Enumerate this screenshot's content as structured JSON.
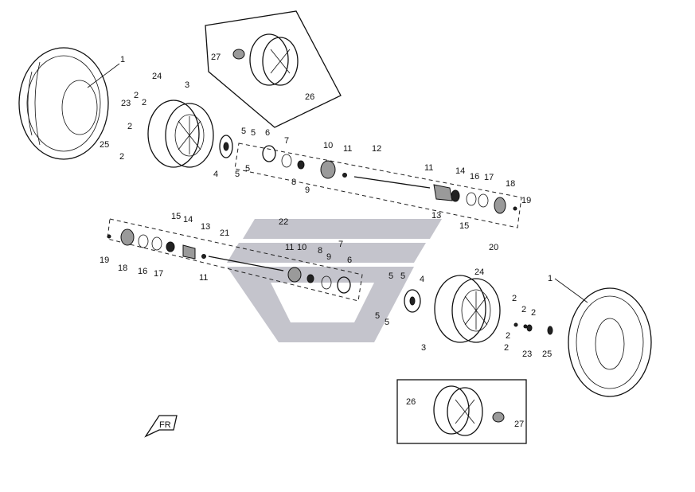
{
  "diagram": {
    "callouts": {
      "p1": "1",
      "p2": "2",
      "p3": "3",
      "p4": "4",
      "p5": "5",
      "p6": "6",
      "p7": "7",
      "p8": "8",
      "p9": "9",
      "p10": "10",
      "p11": "11",
      "p12": "12",
      "p13": "13",
      "p14": "14",
      "p15": "15",
      "p16": "16",
      "p17": "17",
      "p18": "18",
      "p19": "19",
      "p20": "20",
      "p21": "21",
      "p22": "22",
      "p23": "23",
      "p24": "24",
      "p25": "25",
      "p26": "26",
      "p27": "27"
    },
    "watermark_icon": "stylized-s-logo-icon",
    "direction_icon": "front-arrow-icon"
  }
}
